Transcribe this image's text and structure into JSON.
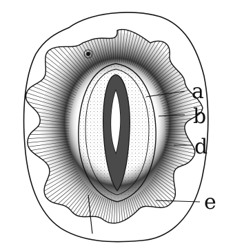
{
  "labels": {
    "a": "a",
    "b": "b",
    "d": "d",
    "e": "e"
  },
  "colors": {
    "ink": "#111111",
    "paper": "#ffffff",
    "shading": "#3a3a3a"
  }
}
